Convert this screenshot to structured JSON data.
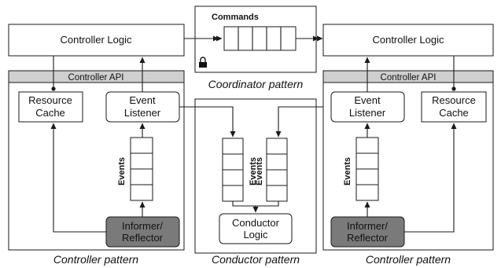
{
  "left_panel": {
    "controller_logic": "Controller Logic",
    "controller_api": "Controller API",
    "resource_cache": [
      "Resource",
      "Cache"
    ],
    "event_listener": [
      "Event",
      "Listener"
    ],
    "events": "Events",
    "informer": [
      "Informer/",
      "Reflector"
    ],
    "caption": "Controller pattern"
  },
  "center_top": {
    "commands": "Commands",
    "caption": "Coordinator pattern",
    "lock_icon": "lock-icon"
  },
  "center_bottom": {
    "events_a": "Events",
    "events_b": "Events",
    "conductor_logic": [
      "Conductor",
      "Logic"
    ],
    "caption": "Conductor pattern"
  },
  "right_panel": {
    "controller_logic": "Controller Logic",
    "controller_api": "Controller API",
    "event_listener": [
      "Event",
      "Listener"
    ],
    "resource_cache": [
      "Resource",
      "Cache"
    ],
    "events": "Events",
    "informer": [
      "Informer/",
      "Reflector"
    ],
    "caption": "Controller pattern"
  },
  "colors": {
    "api_band": "#cfcfcf",
    "informer_fill": "#7a7a7a",
    "stroke": "#1a1a1a"
  }
}
